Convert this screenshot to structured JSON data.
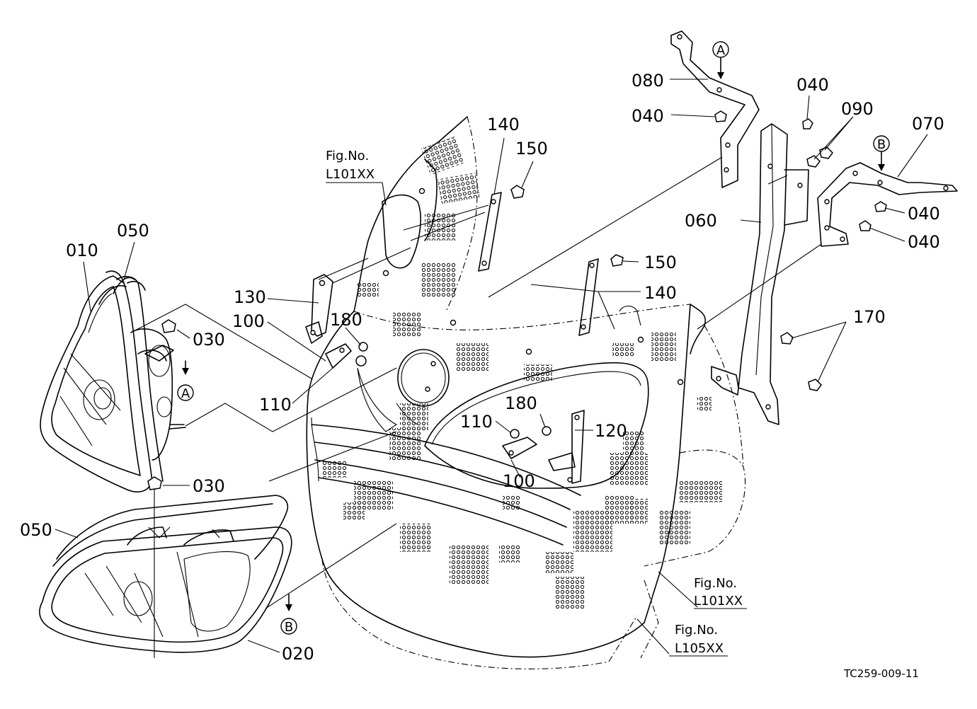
{
  "labels": {
    "p010": "010",
    "p020": "020",
    "p030a": "030",
    "p030b": "030",
    "p040a": "040",
    "p040b": "040",
    "p040c": "040",
    "p040d": "040",
    "p050a": "050",
    "p050b": "050",
    "p060": "060",
    "p070": "070",
    "p080": "080",
    "p090": "090",
    "p100a": "100",
    "p100b": "100",
    "p110a": "110",
    "p110b": "110",
    "p120": "120",
    "p130": "130",
    "p140a": "140",
    "p140b": "140",
    "p150a": "150",
    "p150b": "150",
    "p170": "170",
    "p180a": "180",
    "p180b": "180"
  },
  "markers": {
    "a1": "A",
    "a2": "A",
    "b1": "B",
    "b2": "B"
  },
  "references": {
    "ref1_title": "Fig.No.",
    "ref1_code": "L101XX",
    "ref2_title": "Fig.No.",
    "ref2_code": "L101XX",
    "ref3_title": "Fig.No.",
    "ref3_code": "L105XX"
  },
  "drawing_code": "TC259-009-11"
}
